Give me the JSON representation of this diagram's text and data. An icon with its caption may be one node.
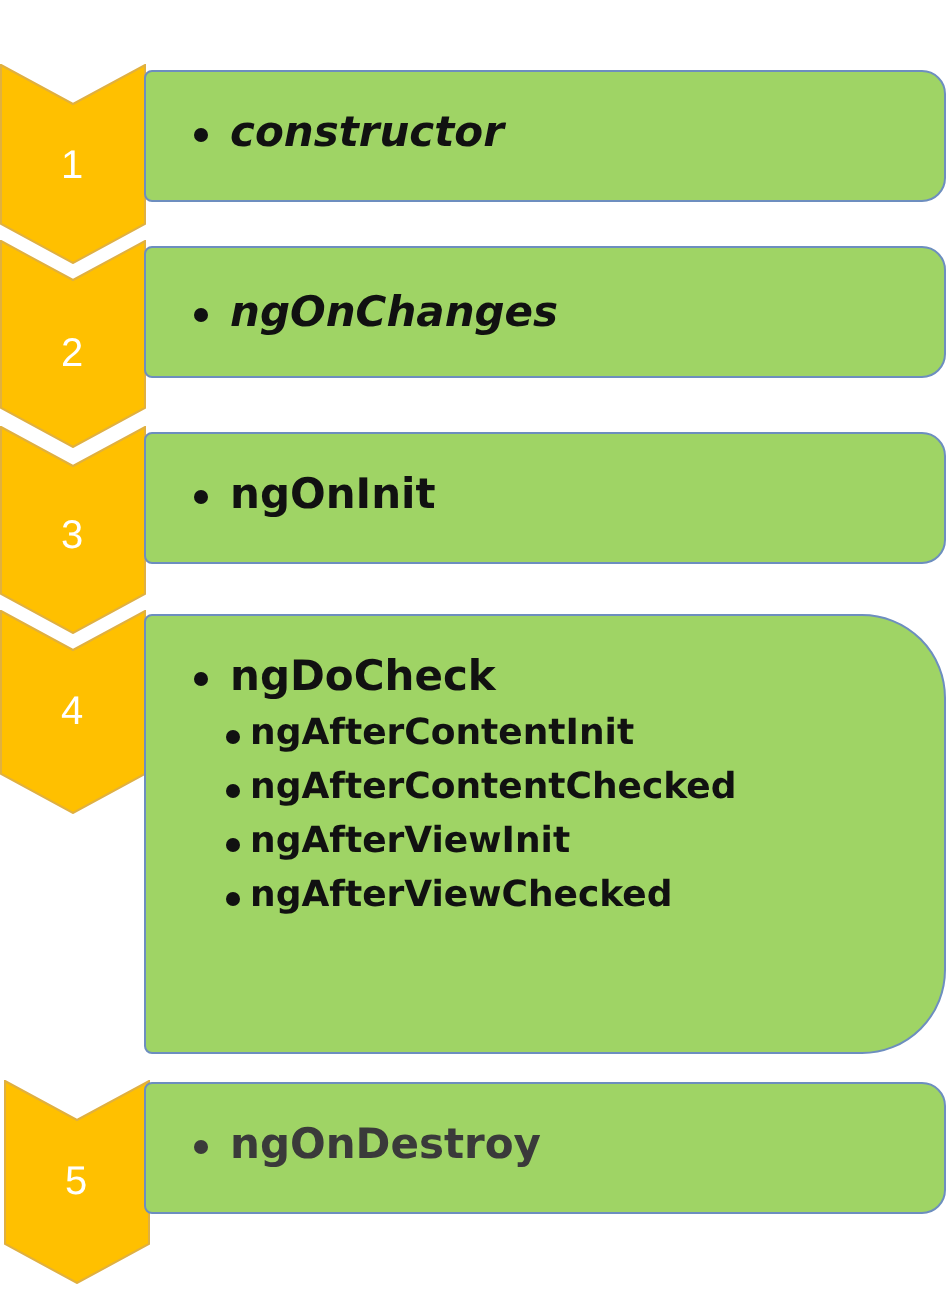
{
  "diagram": {
    "nodes": [
      {
        "text": [
          "1"
        ]
      },
      {
        "text": [
          "constructor"
        ]
      },
      {
        "text": [
          "2"
        ]
      },
      {
        "text": [
          "ngOnChanges"
        ]
      },
      {
        "text": [
          "3"
        ]
      },
      {
        "text": [
          "ngOnInit"
        ]
      },
      {
        "text": [
          "4"
        ]
      },
      {
        "text": [
          "ngDoCheck",
          "ngAfterContentInit",
          "ngAfterContentChecked",
          "ngAfterViewInit",
          "ngAfterViewChecked"
        ]
      },
      {
        "text": [
          "5"
        ]
      },
      {
        "text": [
          "ngOnDestroy"
        ]
      }
    ]
  }
}
